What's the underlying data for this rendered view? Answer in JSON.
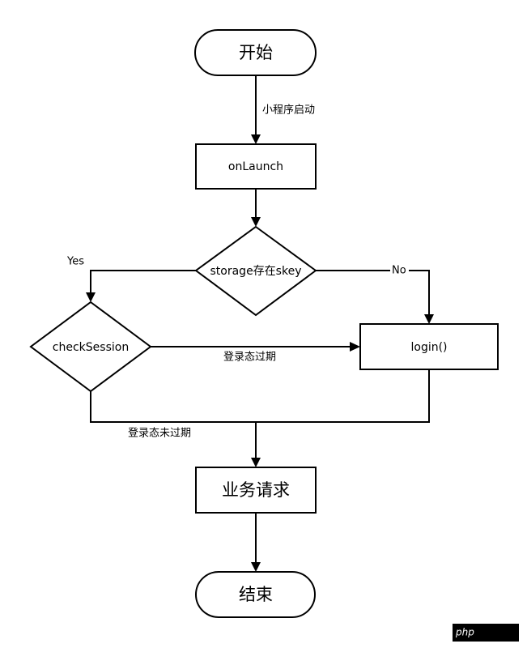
{
  "nodes": {
    "start": "开始",
    "onlaunch": "onLaunch",
    "storage_check": "storage存在skey",
    "check_session": "checkSession",
    "login": "login()",
    "business_request": "业务请求",
    "end": "结束"
  },
  "edges": {
    "app_launch": "小程序启动",
    "yes": "Yes",
    "no": "No",
    "session_expired": "登录态过期",
    "session_valid": "登录态未过期"
  },
  "watermark": {
    "text": "php"
  }
}
